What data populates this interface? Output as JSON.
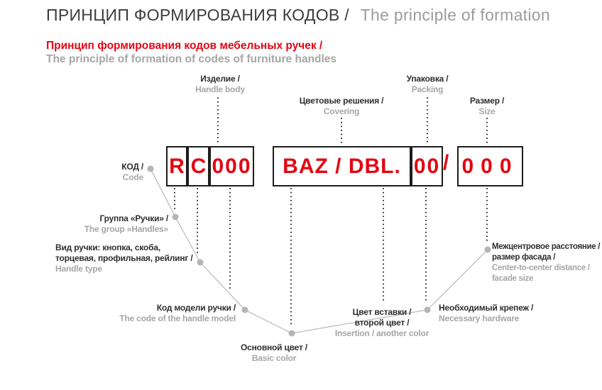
{
  "header": {
    "title_ru": "ПРИНЦИП ФОРМИРОВАНИЯ КОДОВ /",
    "title_en": "The principle of formation",
    "subtitle_ru": "Принцип формирования кодов мебельных ручек /",
    "subtitle_en": "The principle of formation of codes of furniture handles"
  },
  "code": {
    "segments": {
      "group": "R",
      "type": "C",
      "model": "000",
      "colors": "BAZ / DBL.",
      "packing": "00",
      "separator": "/",
      "size": "000"
    }
  },
  "top_labels": {
    "product": {
      "ru": "Изделие /",
      "en": "Handle body"
    },
    "covering": {
      "ru": "Цветовые решения /",
      "en": "Covering"
    },
    "packing": {
      "ru": "Упаковка /",
      "en": "Packing"
    },
    "size": {
      "ru": "Размер /",
      "en": "Size"
    }
  },
  "bottom_labels": {
    "code": {
      "ru": "КОД /",
      "en": "Code"
    },
    "group": {
      "ru": "Группа «Ручки» /",
      "en": "The group «Handles»"
    },
    "type": {
      "ru1": "Вид ручки: кнопка, скоба,",
      "ru2": "торцевая, профильная, рейлинг /",
      "en": "Handle type"
    },
    "model": {
      "ru": "Код модели ручки /",
      "en": "The code of the handle model"
    },
    "basic_color": {
      "ru": "Основной цвет /",
      "en": "Basic color"
    },
    "insertion": {
      "ru1": "Цвет вставки /",
      "ru2": "второй цвет /",
      "en": "Insertion / another color"
    },
    "hardware": {
      "ru": "Необходимый крепеж /",
      "en": "Necessary hardware"
    },
    "distance": {
      "ru1": "Межцентровое расстояние /",
      "ru2": "размер фасада /",
      "en1": "Center-to-center distance /",
      "en2": "facade size"
    }
  },
  "colors": {
    "accent_red": "#e30613",
    "text_dark": "#3c3c3b",
    "text_gray": "#a6a6a5",
    "line_gray": "#c2c2c1",
    "box_border": "#1d1d1b"
  }
}
